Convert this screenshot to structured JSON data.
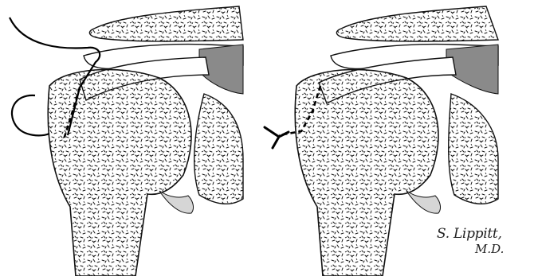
{
  "figure": {
    "panels": [
      {
        "id": "left",
        "depicts": "rotator cuff tendon pulled into bone trough with passed suture"
      },
      {
        "id": "right",
        "depicts": "rotator cuff tendon secured to humerus with tied suture"
      }
    ],
    "signature": {
      "name": "S. Lippitt,",
      "title": "M.D."
    }
  },
  "colors": {
    "line": "#111111",
    "bone_fill": "#ffffff",
    "muscle": "#8a8a8a",
    "cartilage": "#d6d6d6",
    "suture": "#000000"
  },
  "icons": [
    "needle-icon",
    "suture-knot-icon"
  ]
}
